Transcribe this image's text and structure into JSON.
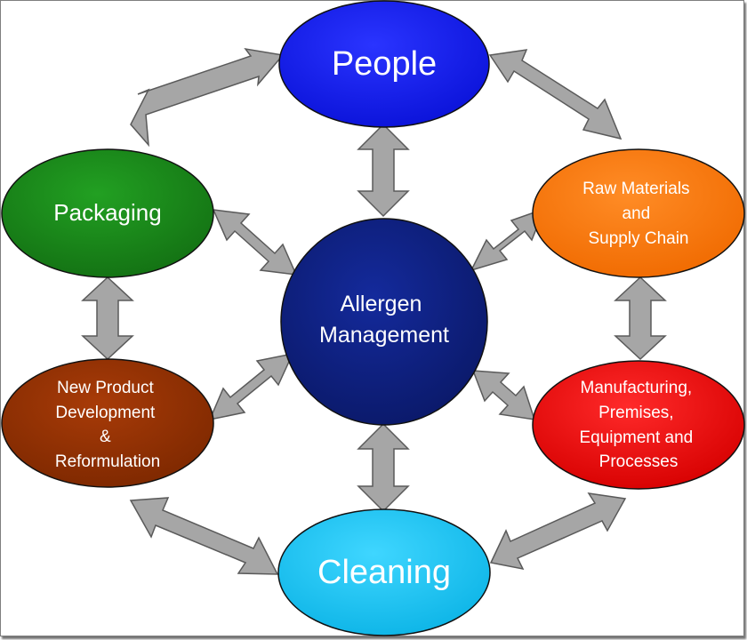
{
  "diagram": {
    "center": {
      "lines": [
        "Allergen",
        "Management"
      ],
      "color": "#0d1f80"
    },
    "nodes": [
      {
        "id": "people",
        "lines": [
          "People"
        ],
        "color": "#0f18f5"
      },
      {
        "id": "packaging",
        "lines": [
          "Packaging"
        ],
        "color": "#1a8a1a"
      },
      {
        "id": "raw-materials",
        "lines": [
          "Raw Materials",
          "and",
          "Supply Chain"
        ],
        "color": "#fb7a10"
      },
      {
        "id": "new-product",
        "lines": [
          "New Product",
          "Development",
          "&",
          "Reformulation"
        ],
        "color": "#993300"
      },
      {
        "id": "manufacturing",
        "lines": [
          "Manufacturing,",
          "Premises,",
          "Equipment and",
          "Processes"
        ],
        "color": "#f20c0c"
      },
      {
        "id": "cleaning",
        "lines": [
          "Cleaning"
        ],
        "color": "#18c7f2"
      }
    ],
    "arrow_color": "#a6a6a6"
  }
}
